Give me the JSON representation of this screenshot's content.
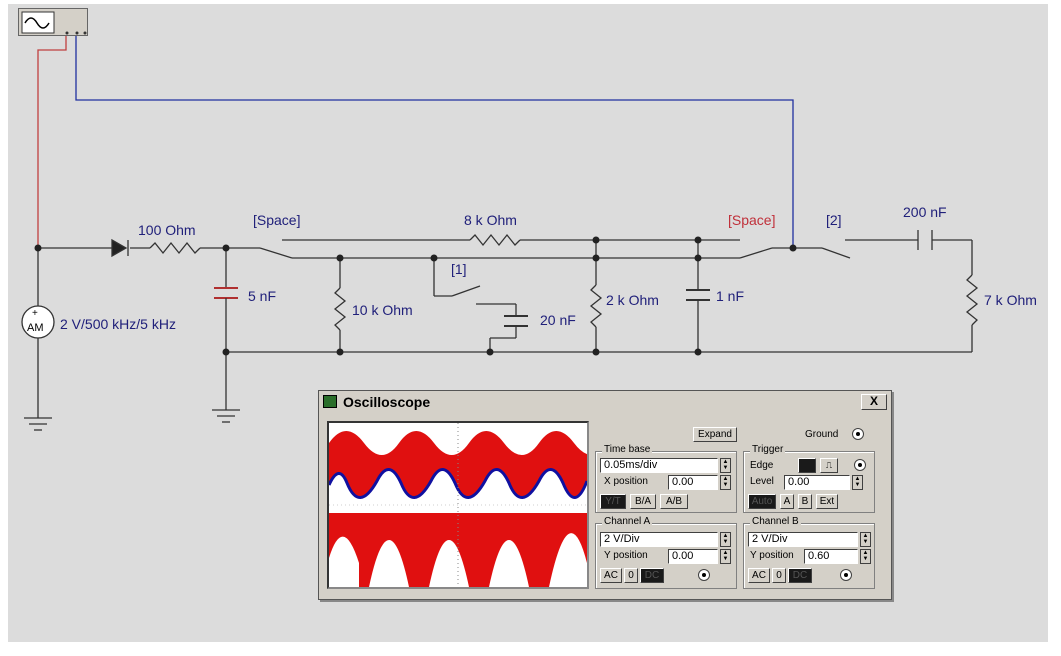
{
  "circuit": {
    "diode_resistor": "100  Ohm",
    "cap_5nF": "5 nF",
    "res_10k": "10 k Ohm",
    "res_8k": "8 k Ohm",
    "switch_label_1": "[Space]",
    "switch_label_2": "[Space]",
    "switch_label_3": "[1]",
    "switch_label_4": "[2]",
    "cap_20nF": "20 nF",
    "res_2k": "2 k Ohm",
    "cap_1nF": "1 nF",
    "cap_200nF": "200 nF",
    "res_7k": "7 k Ohm",
    "source_label": "2 V/500 kHz/5 kHz",
    "source_symbol": "AM",
    "source_plus": "+"
  },
  "oscilloscope": {
    "title": "Oscilloscope",
    "close": "X",
    "expand": "Expand",
    "ground": "Ground",
    "timebase": {
      "label": "Time base",
      "value": "0.05ms/div",
      "xpos_label": "X position",
      "xpos": "0.00",
      "modes": [
        "Y/T",
        "B/A",
        "A/B"
      ]
    },
    "trigger": {
      "label": "Trigger",
      "edge": "Edge",
      "level_label": "Level",
      "level": "0.00",
      "sources": [
        "Auto",
        "A",
        "B",
        "Ext"
      ]
    },
    "channel_a": {
      "label": "Channel A",
      "value": "2  V/Div",
      "ypos_label": "Y position",
      "ypos": "0.00",
      "coupling": [
        "AC",
        "0",
        "DC"
      ]
    },
    "channel_b": {
      "label": "Channel B",
      "value": "2  V/Div",
      "ypos_label": "Y position",
      "ypos": "0.60",
      "coupling": [
        "AC",
        "0",
        "DC"
      ]
    }
  },
  "colors": {
    "wire": "#333333",
    "wire_blue": "#2030a0",
    "wire_red": "#c04040",
    "trace_a": "#e01010",
    "trace_b": "#1010a0"
  }
}
